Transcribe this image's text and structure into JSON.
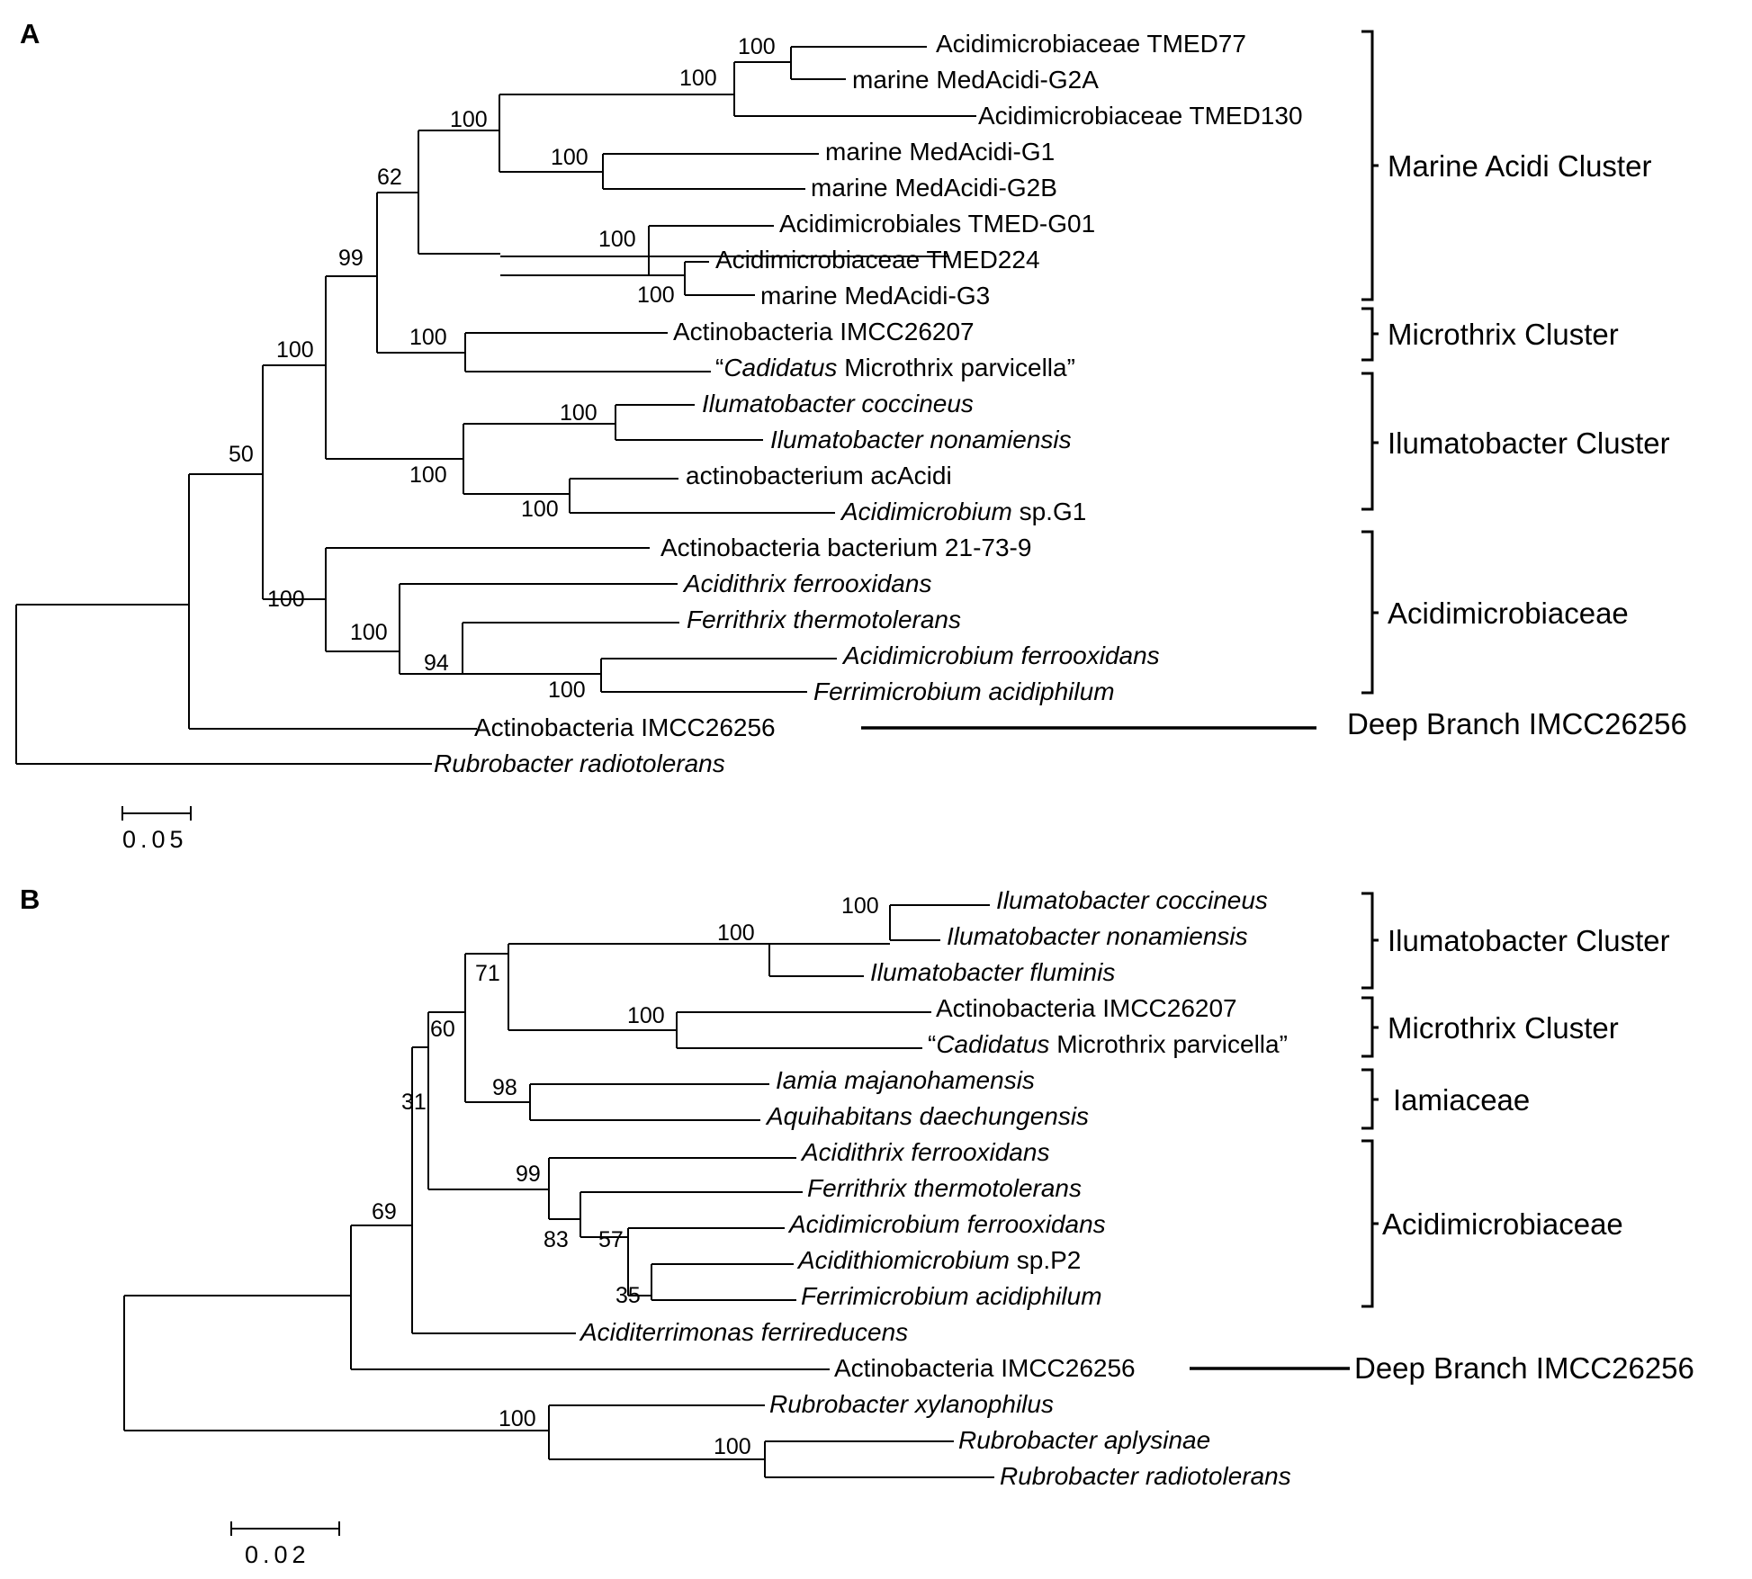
{
  "panelA": {
    "label": "A",
    "taxa": [
      {
        "name": "Acidimicrobiaceae TMED77"
      },
      {
        "name": "marine MedAcidi-G2A"
      },
      {
        "name": "Acidimicrobiaceae TMED130"
      },
      {
        "name": "marine MedAcidi-G1"
      },
      {
        "name": "marine MedAcidi-G2B"
      },
      {
        "name": "Acidimicrobiales TMED-G01"
      },
      {
        "name": "Acidimicrobiaceae TMED224"
      },
      {
        "name": "marine MedAcidi-G3"
      },
      {
        "name": "Actinobacteria IMCC26207"
      },
      {
        "prefix": "“",
        "italic": "Cadidatus",
        "rest": " Microthrix parvicella”"
      },
      {
        "italic": "Ilumatobacter coccineus"
      },
      {
        "italic": "Ilumatobacter nonamiensis"
      },
      {
        "name": "actinobacterium  acAcidi"
      },
      {
        "italic": "Acidimicrobium",
        "rest": " sp.G1"
      },
      {
        "name": "Actinobacteria bacterium 21-73-9"
      },
      {
        "italic": "Acidithrix ferrooxidans"
      },
      {
        "italic": "Ferrithrix thermotolerans"
      },
      {
        "italic": "Acidimicrobium ferrooxidans"
      },
      {
        "italic": "Ferrimicrobium acidiphilum"
      },
      {
        "name": "Actinobacteria IMCC26256"
      },
      {
        "italic": "Rubrobacter radiotolerans"
      }
    ],
    "bootstrap": [
      "100",
      "100",
      "100",
      "100",
      "62",
      "100",
      "100",
      "99",
      "100",
      "100",
      "100",
      "100",
      "100",
      "50",
      "100",
      "100",
      "94",
      "100"
    ],
    "clusters": [
      "Marine Acidi Cluster",
      "Microthrix Cluster",
      "Ilumatobacter Cluster",
      "Acidimicrobiaceae",
      "Deep Branch IMCC26256"
    ],
    "scale_bar": "0.05"
  },
  "panelB": {
    "label": "B",
    "taxa": [
      {
        "italic": "Ilumatobacter coccineus"
      },
      {
        "italic": "Ilumatobacter nonamiensis"
      },
      {
        "italic": "Ilumatobacter fluminis"
      },
      {
        "name": "Actinobacteria IMCC26207"
      },
      {
        "prefix": "“",
        "italic": "Cadidatus",
        "rest": " Microthrix parvicella”"
      },
      {
        "italic": "Iamia majanohamensis"
      },
      {
        "italic": "Aquihabitans daechungensis"
      },
      {
        "italic": "Acidithrix ferrooxidans"
      },
      {
        "italic": "Ferrithrix thermotolerans"
      },
      {
        "italic": "Acidimicrobium ferrooxidans"
      },
      {
        "italic": "Acidithiomicrobium",
        "rest": " sp.P2"
      },
      {
        "italic": "Ferrimicrobium acidiphilum"
      },
      {
        "italic": "Aciditerrimonas ferrireducens"
      },
      {
        "name": "Actinobacteria IMCC26256"
      },
      {
        "italic": "Rubrobacter xylanophilus"
      },
      {
        "italic": "Rubrobacter aplysinae"
      },
      {
        "italic": "Rubrobacter radiotolerans"
      }
    ],
    "bootstrap": [
      "100",
      "100",
      "71",
      "100",
      "98",
      "60",
      "99",
      "83",
      "57",
      "35",
      "31",
      "69",
      "100",
      "100"
    ],
    "clusters": [
      "Ilumatobacter Cluster",
      "Microthrix  Cluster",
      "Iamiaceae",
      "Acidimicrobiaceae",
      "Deep Branch IMCC26256"
    ],
    "scale_bar": "0.02"
  }
}
